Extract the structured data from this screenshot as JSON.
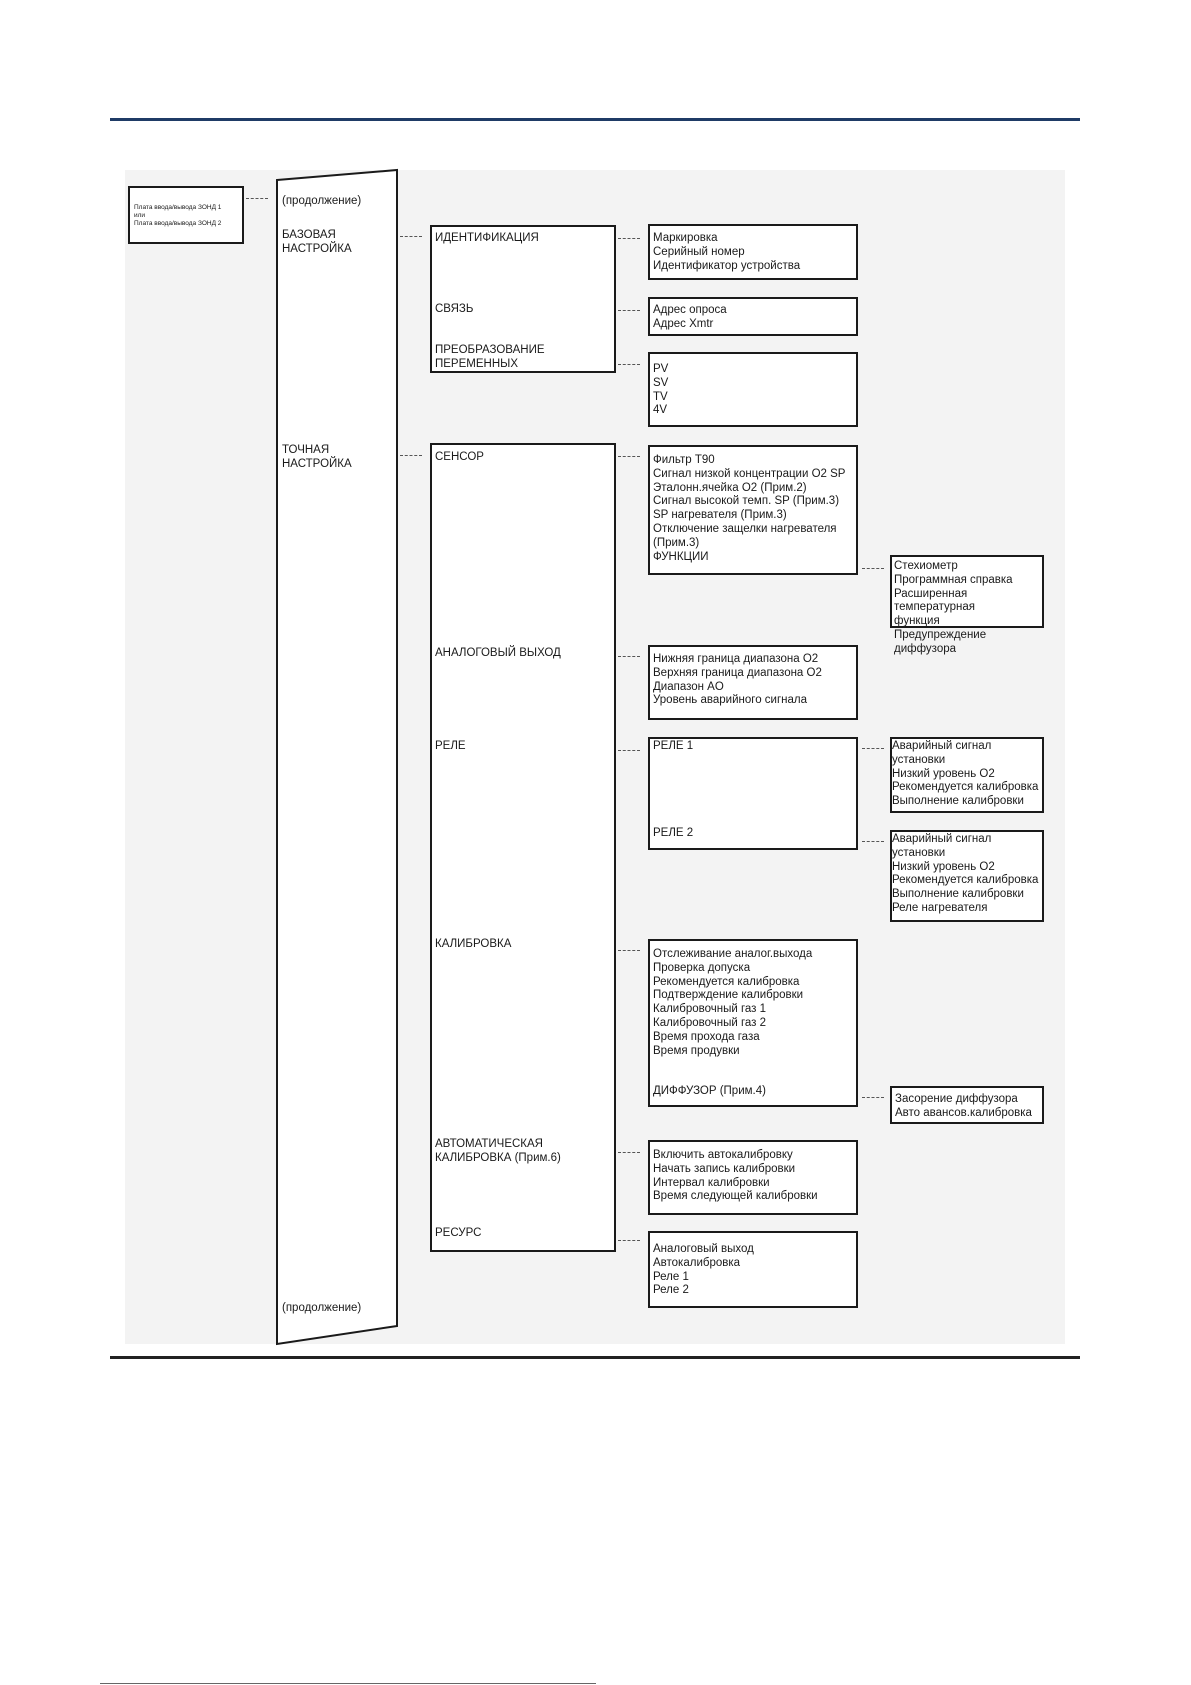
{
  "source": {
    "label": "Плата ввода/вывода ЗОНД 1\nили\nПлата ввода/вывода ЗОНД 2"
  },
  "menu": {
    "continuation_top": "(продолжение)",
    "continuation_bottom": "(продолжение)",
    "basic": "БАЗОВАЯ\nНАСТРОЙКА",
    "fine": "ТОЧНАЯ\nНАСТРОЙКА"
  },
  "basic_group": {
    "identification": "ИДЕНТИФИКАЦИЯ",
    "communication": "СВЯЗЬ",
    "variable_mapping": "ПРЕОБРАЗОВАНИЕ\nПЕРЕМЕННЫХ"
  },
  "fine_group": {
    "sensor": "СЕНСОР",
    "analog_output": "АНАЛОГОВЫЙ ВЫХОД",
    "relay": "РЕЛЕ",
    "calibration": "КАЛИБРОВКА",
    "auto_calibration": "АВТОМАТИЧЕСКАЯ\nКАЛИБРОВКА (Прим.6)",
    "resource": "РЕСУРС"
  },
  "leaves": {
    "identification": "Маркировка\nСерийный номер\nИдентификатор устройства",
    "communication": "Адрес опроса\nАдрес Xmtr",
    "variable_mapping": "PV\nSV\nTV\n4V",
    "sensor": "Фильтр T90\nСигнал низкой концентрации O2 SP\nЭталонн.ячейка O2 (Прим.2)\nСигнал высокой темп. SP (Прим.3)\nSP нагревателя (Прим.3)\nОтключение защелки нагревателя\n(Прим.3)\nФУНКЦИИ",
    "functions": "Стехиометр\nПрограммная справка\nРасширенная температурная\nфункция\nПредупреждение диффузора",
    "analog_output": "Нижняя граница диапазона O2\nВерхняя граница диапазона O2\nДиапазон AO\nУровень аварийного сигнала",
    "relay_1": "РЕЛЕ 1",
    "relay_2": "РЕЛЕ 2",
    "relay_1_items": "Аварийный сигнал\nустановки\nНизкий уровень O2\nРекомендуется калибровка\nВыполнение калибровки",
    "relay_2_items": "Аварийный сигнал\nустановки\nНизкий уровень O2\nРекомендуется калибровка\nВыполнение калибровки\nРеле нагревателя",
    "calibration": "Отслеживание аналог.выхода\nПроверка допуска\nРекомендуется калибровка\nПодтверждение калибровки\nКалибровочный газ 1\nКалибровочный газ 2\nВремя прохода газа\nВремя продувки",
    "diffuser": "ДИФФУЗОР (Прим.4)",
    "diffuser_items": "Засорение диффузора\nАвто авансов.калибровка",
    "auto_calibration": "Включить автокалибровку\nНачать запись калибровки\nИнтервал калибровки\nВремя следующей калибровки",
    "resource": "Аналоговый выход\nАвтокалибровка\nРеле 1\nРеле 2"
  }
}
